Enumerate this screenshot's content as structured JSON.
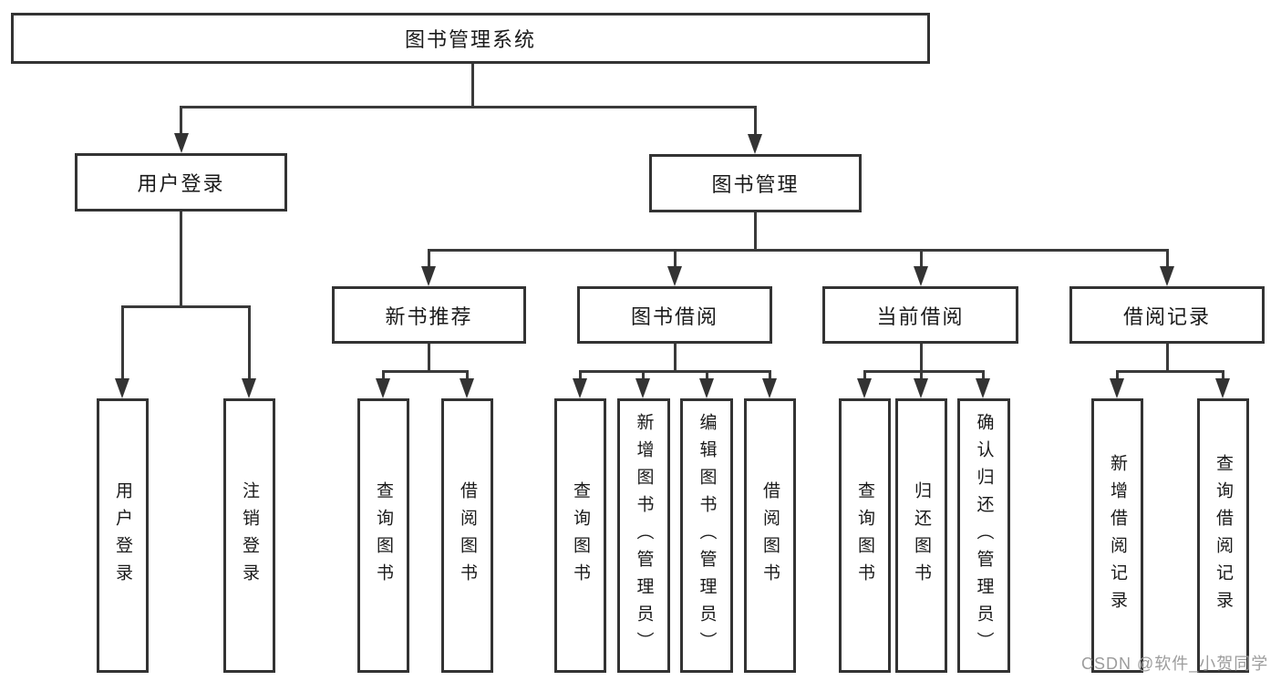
{
  "tree": {
    "root": {
      "label": "图书管理系统",
      "children": [
        {
          "label": "用户登录",
          "children": [
            {
              "label": "用户登录"
            },
            {
              "label": "注销登录"
            }
          ]
        },
        {
          "label": "图书管理",
          "children": [
            {
              "label": "新书推荐",
              "children": [
                {
                  "label": "查询图书"
                },
                {
                  "label": "借阅图书"
                }
              ]
            },
            {
              "label": "图书借阅",
              "children": [
                {
                  "label": "查询图书"
                },
                {
                  "label": "新增图书（管理员）"
                },
                {
                  "label": "编辑图书（管理员）"
                },
                {
                  "label": "借阅图书"
                }
              ]
            },
            {
              "label": "当前借阅",
              "children": [
                {
                  "label": "查询图书"
                },
                {
                  "label": "归还图书"
                },
                {
                  "label": "确认归还（管理员）"
                }
              ]
            },
            {
              "label": "借阅记录",
              "children": [
                {
                  "label": "新增借阅记录"
                },
                {
                  "label": "查询借阅记录"
                }
              ]
            }
          ]
        }
      ]
    }
  },
  "colors": {
    "line": "#3a3a3a",
    "box_border": "#333333",
    "text": "#1a1a1a",
    "watermark": "#9c9c9c"
  },
  "watermark": {
    "text": "CSDN @软件_小贺同学"
  }
}
